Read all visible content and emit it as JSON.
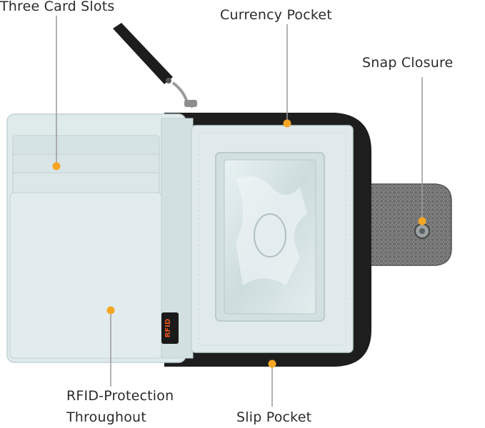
{
  "callouts": {
    "card_slots": "Three Card Slots",
    "currency_pocket": "Currency Pocket",
    "snap_closure": "Snap Closure",
    "rfid_line1": "RFID-Protection",
    "rfid_line2": "Throughout",
    "slip_pocket": "Slip Pocket"
  },
  "wallet": {
    "tag_text": "RFID"
  },
  "colors": {
    "marker": "#f5a623",
    "leader": "#9a9a9a",
    "fabric": "#dfeaeb",
    "fabric_dark": "#c9d8da",
    "zipper": "#1e1e1e",
    "strap": "#6a6a6a",
    "tag": "#1a1a1a",
    "tag_text": "#e8541c"
  }
}
